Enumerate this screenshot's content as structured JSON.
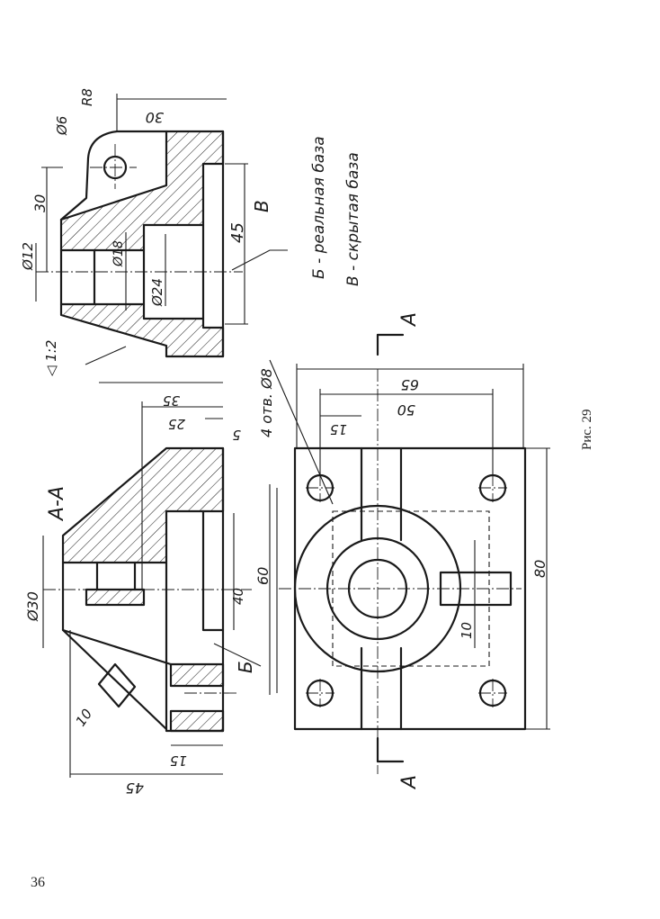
{
  "page_number": "36",
  "figure_caption": "Рис. 29",
  "section_label": "А-А",
  "cut_letter": "А",
  "legend": {
    "line1": "Б - реальная база",
    "line2": "В - скрытая база"
  },
  "base_letters": {
    "real": "Б",
    "hidden": "В"
  },
  "dimensions": {
    "d30": "Ø30",
    "d6": "Ø6",
    "r8": "R8",
    "d12": "Ø12",
    "d18": "Ø18",
    "d24": "Ø24",
    "taper": "◁ 1:2",
    "holes": "4 отв. Ø8",
    "v30_top": "30",
    "v30_side": "30",
    "v45_side": "45",
    "v45_front": "45",
    "v35": "35",
    "v25": "25",
    "v5": "5",
    "v40": "40",
    "v10_slot": "10",
    "v15_bottom": "15",
    "h65": "65",
    "h50": "50",
    "h15": "15",
    "h60": "60",
    "h80": "80",
    "h10": "10"
  }
}
